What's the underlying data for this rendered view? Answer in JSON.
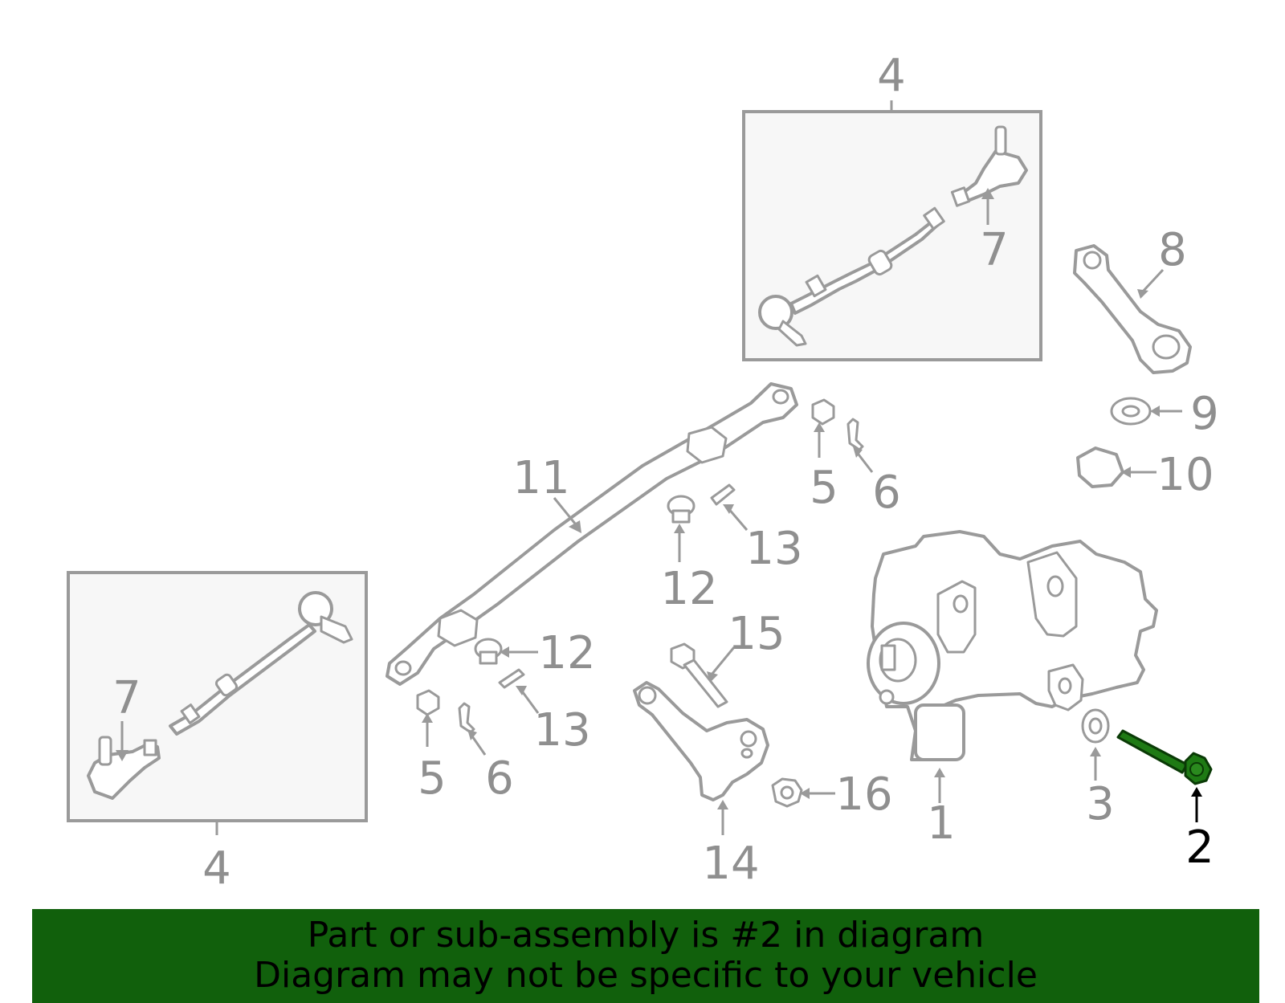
{
  "callouts": {
    "c1": "1",
    "c2": "2",
    "c3": "3",
    "c4_top": "4",
    "c4_bottom": "4",
    "c5_right": "5",
    "c5_left": "5",
    "c6_right": "6",
    "c6_left": "6",
    "c7_top": "7",
    "c7_left": "7",
    "c8": "8",
    "c9": "9",
    "c10": "10",
    "c11": "11",
    "c12_top": "12",
    "c12_mid": "12",
    "c13_top": "13",
    "c13_mid": "13",
    "c14": "14",
    "c15": "15",
    "c16": "16"
  },
  "highlight_part": "2",
  "colors": {
    "highlight": "#1e7a14",
    "banner": "#11600c",
    "line": "#9a9a9a"
  },
  "banner": {
    "line1": "Part or sub-assembly is #2 in diagram",
    "line2": "Diagram may not be specific to your vehicle"
  }
}
